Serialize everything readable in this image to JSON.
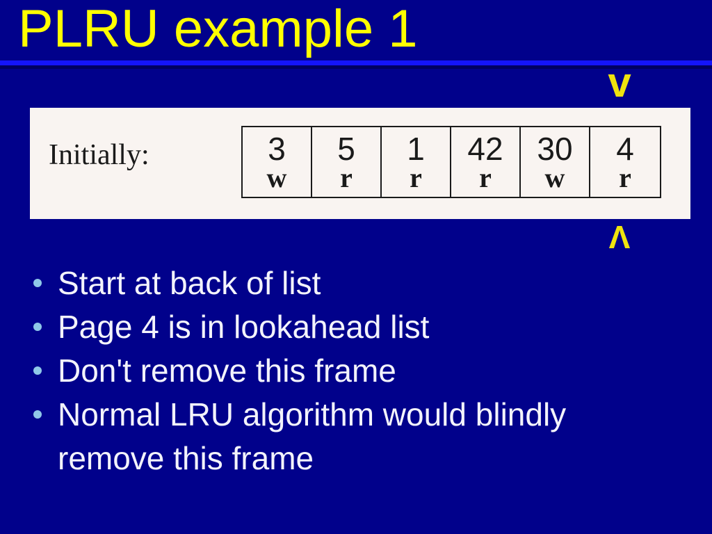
{
  "colors": {
    "bg": "#01018B",
    "title_yellow": "#FFFF00",
    "rule_blue": "#1414FA",
    "rule_shadow": "#000063",
    "panel_bg": "#F9F4F1",
    "ink": "#1A1A1A",
    "bullet_dot": "#8FC8E8",
    "body_text": "#F3F3FB",
    "marker_yellow": "#EFE30E"
  },
  "header": {
    "title": "PLRU example 1"
  },
  "markers": {
    "top_glyph": "v",
    "bottom_glyph": "Λ"
  },
  "panel": {
    "label": "Initially:",
    "frames": [
      {
        "page": "3",
        "op": "w"
      },
      {
        "page": "5",
        "op": "r"
      },
      {
        "page": "1",
        "op": "r"
      },
      {
        "page": "42",
        "op": "r"
      },
      {
        "page": "30",
        "op": "w"
      },
      {
        "page": "4",
        "op": "r"
      }
    ]
  },
  "bullets": [
    "Start at back of list",
    "Page 4 is in lookahead list",
    "Don't remove this frame",
    "Normal LRU algorithm would blindly remove this frame"
  ]
}
